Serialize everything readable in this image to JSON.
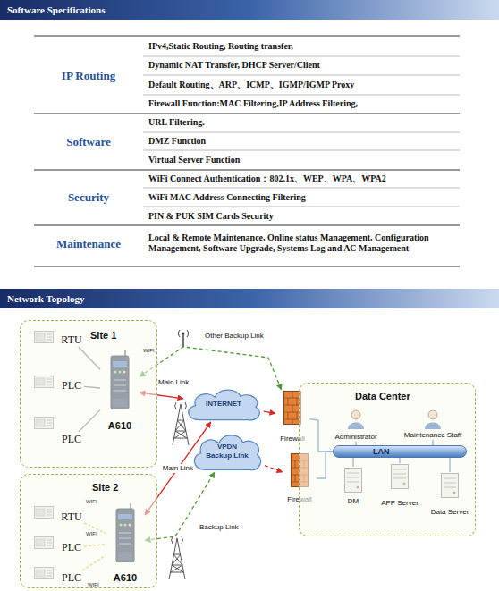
{
  "diagram": {
    "nodes": [
      {
        "text": [
          "Site 1"
        ]
      },
      {
        "text": [
          "RTU"
        ],
        "in": 0
      },
      {
        "text": [
          "PLC"
        ],
        "in": 0
      },
      {
        "text": [
          "PLC"
        ],
        "in": 0
      },
      {
        "text": [
          "A610"
        ],
        "in": 0
      },
      {
        "text": [
          "Site 2"
        ]
      },
      {
        "text": [
          "RTU"
        ],
        "in": 5
      },
      {
        "text": [
          "PLC"
        ],
        "in": 5
      },
      {
        "text": [
          "PLC"
        ],
        "in": 5
      },
      {
        "text": [
          "A610"
        ],
        "in": 5
      },
      {
        "text": [
          "INTERNET"
        ]
      },
      {
        "text": [
          "VPDN",
          "Backup Link"
        ]
      },
      {
        "text": [
          "Firewall"
        ]
      },
      {
        "text": [
          "Firewall"
        ]
      },
      {
        "text": [
          "Data Center"
        ]
      },
      {
        "text": [
          "Administrator"
        ],
        "in": 14
      },
      {
        "text": [
          "Maintenance Staff"
        ],
        "in": 14
      },
      {
        "text": [
          "LAN"
        ],
        "in": 14
      },
      {
        "text": [
          "DM"
        ],
        "in": 14
      },
      {
        "text": [
          "APP Server"
        ],
        "in": 14
      },
      {
        "text": [
          "Data Server"
        ],
        "in": 14
      }
    ],
    "edges": [
      {
        "from": 4,
        "to": 10,
        "label": "Main Link",
        "arrow": "both"
      },
      {
        "from": 9,
        "to": 10,
        "label": "Main Link",
        "arrow": "both"
      },
      {
        "from": 10,
        "to": 12,
        "arrow": "to"
      },
      {
        "from": 9,
        "to": 11,
        "label": "Backup Link",
        "arrow": "both"
      },
      {
        "from": 11,
        "to": 13,
        "arrow": "to"
      },
      {
        "from": 4,
        "to": 12,
        "label": "Other Backup Link",
        "arrow": "both"
      },
      {
        "from": 1,
        "to": 4,
        "arrow": "none"
      },
      {
        "from": 2,
        "to": 4,
        "arrow": "none"
      },
      {
        "from": 3,
        "to": 4,
        "arrow": "none"
      },
      {
        "from": 6,
        "to": 9,
        "arrow": "none"
      },
      {
        "from": 7,
        "to": 9,
        "arrow": "none"
      },
      {
        "from": 8,
        "to": 9,
        "arrow": "none"
      },
      {
        "from": 12,
        "to": 17,
        "arrow": "none"
      },
      {
        "from": 13,
        "to": 17,
        "arrow": "none"
      },
      {
        "from": 17,
        "to": 15,
        "arrow": "none"
      },
      {
        "from": 17,
        "to": 16,
        "arrow": "none"
      },
      {
        "from": 17,
        "to": 18,
        "arrow": "none"
      },
      {
        "from": 17,
        "to": 19,
        "arrow": "none"
      },
      {
        "from": 17,
        "to": 20,
        "arrow": "none"
      }
    ],
    "labels": [
      "Software Specifications",
      "IP Routing",
      "IPv4,Static Routing, Routing transfer,",
      "Dynamic NAT Transfer, DHCP Server/Client",
      "Default Routing、ARP、ICMP、IGMP/IGMP Proxy",
      "Firewall Function:MAC Filtering,IP Address Filtering,",
      "Software",
      "URL Filtering.",
      "DMZ Function",
      "Virtual Server Function",
      "Security",
      "WiFi Connect Authentication：802.1x、WEP、WPA、WPA2",
      "WiFi MAC Address Connecting Filtering",
      "PIN & PUK SIM Cards Security",
      "Maintenance",
      "Local & Remote Maintenance, Online status Management, Configuration Management, Software Upgrade, Systems Log and AC Management",
      "Network Topology",
      "WIFI",
      "WIFI",
      "WIFI",
      "WIFI"
    ]
  }
}
